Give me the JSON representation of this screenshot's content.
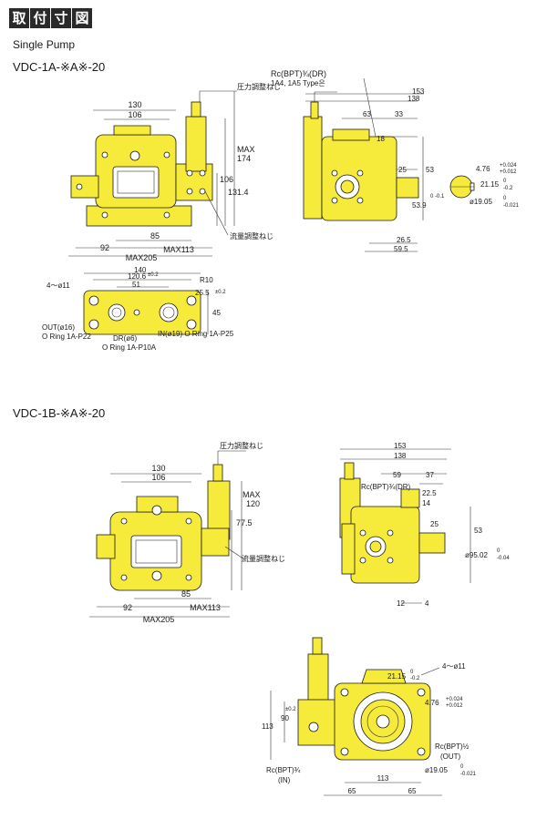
{
  "header": {
    "title_chars": [
      "取",
      "付",
      "寸",
      "図"
    ],
    "subtitle": "Single Pump"
  },
  "section1": {
    "model": "VDC-1A-※A※-20",
    "front": {
      "label_pressure": "圧力調整ねじ",
      "label_flow": "流量調整ねじ",
      "d130": "130",
      "d106": "106",
      "max": "MAX",
      "d174": "174",
      "d106v": "106",
      "d1314": "131.4",
      "d85": "85",
      "max113": "MAX113",
      "d92": "92",
      "max205": "MAX205"
    },
    "side": {
      "rc": "Rc(BPT)¾(DR)",
      "type": "1A4, 1A5 Type은",
      "d153": "153",
      "d138": "138",
      "d63": "63",
      "d33": "33",
      "d18": "18",
      "d25": "25",
      "d53": "53",
      "d539": "53.9",
      "d01": "0\n-0.1",
      "d265": "26.5",
      "d595": "59.5"
    },
    "shaft": {
      "k476": "4.76",
      "k476t": "+0.024",
      "k476b": "+0.012",
      "k2115": "21.15",
      "k2115t": "0",
      "k2115b": "-0.2",
      "k1905": "ø19.05",
      "k1905t": "0",
      "k1905b": "-0.021"
    },
    "base": {
      "holes": "4～ø11",
      "d140": "140",
      "d1206": "120.6",
      "d1206t": "±0.2",
      "d51": "51",
      "r10": "R10",
      "d255": "25.5",
      "d255t": "±0.2",
      "d45": "45",
      "out": "OUT(ø16)",
      "oring1": "O Ring 1A-P22",
      "dr": "DR(ø6)",
      "oring2": "O Ring 1A-P10A",
      "in": "IN(ø19) O Ring 1A-P25"
    }
  },
  "section2": {
    "model": "VDC-1B-※A※-20",
    "front": {
      "label_pressure": "圧力調整ねじ",
      "label_flow": "流量調整ねじ",
      "d130": "130",
      "d106": "106",
      "max": "MAX",
      "d120": "120",
      "d775": "77.5",
      "d85": "85",
      "max113": "MAX113",
      "d92": "92",
      "max205": "MAX205"
    },
    "side": {
      "d153": "153",
      "d138": "138",
      "d59": "59",
      "d37": "37",
      "rc": "Rc(BPT)¾(DR)",
      "d225": "22.5",
      "d14": "14",
      "d25": "25",
      "d53": "53",
      "d9502": "ø95.02",
      "d9502t": "0",
      "d9502b": "-0.04",
      "d12": "12",
      "d4": "4"
    },
    "bottom": {
      "holes": "4～ø11",
      "d2115": "21.15",
      "d2115t": "0",
      "d2115b": "-0.2",
      "d476": "4.76",
      "d476t": "+0.024",
      "d476b": "+0.012",
      "d113": "113",
      "d90": "90",
      "d02": "±0.2",
      "rc_out": "Rc(BPT)½",
      "out": "(OUT)",
      "rc_in": "Rc(BPT)¾",
      "in": "(IN)",
      "d1905": "ø19.05",
      "d1905t": "0",
      "d1905b": "-0.021",
      "d113b": "113",
      "d65a": "65",
      "d65b": "65"
    }
  }
}
